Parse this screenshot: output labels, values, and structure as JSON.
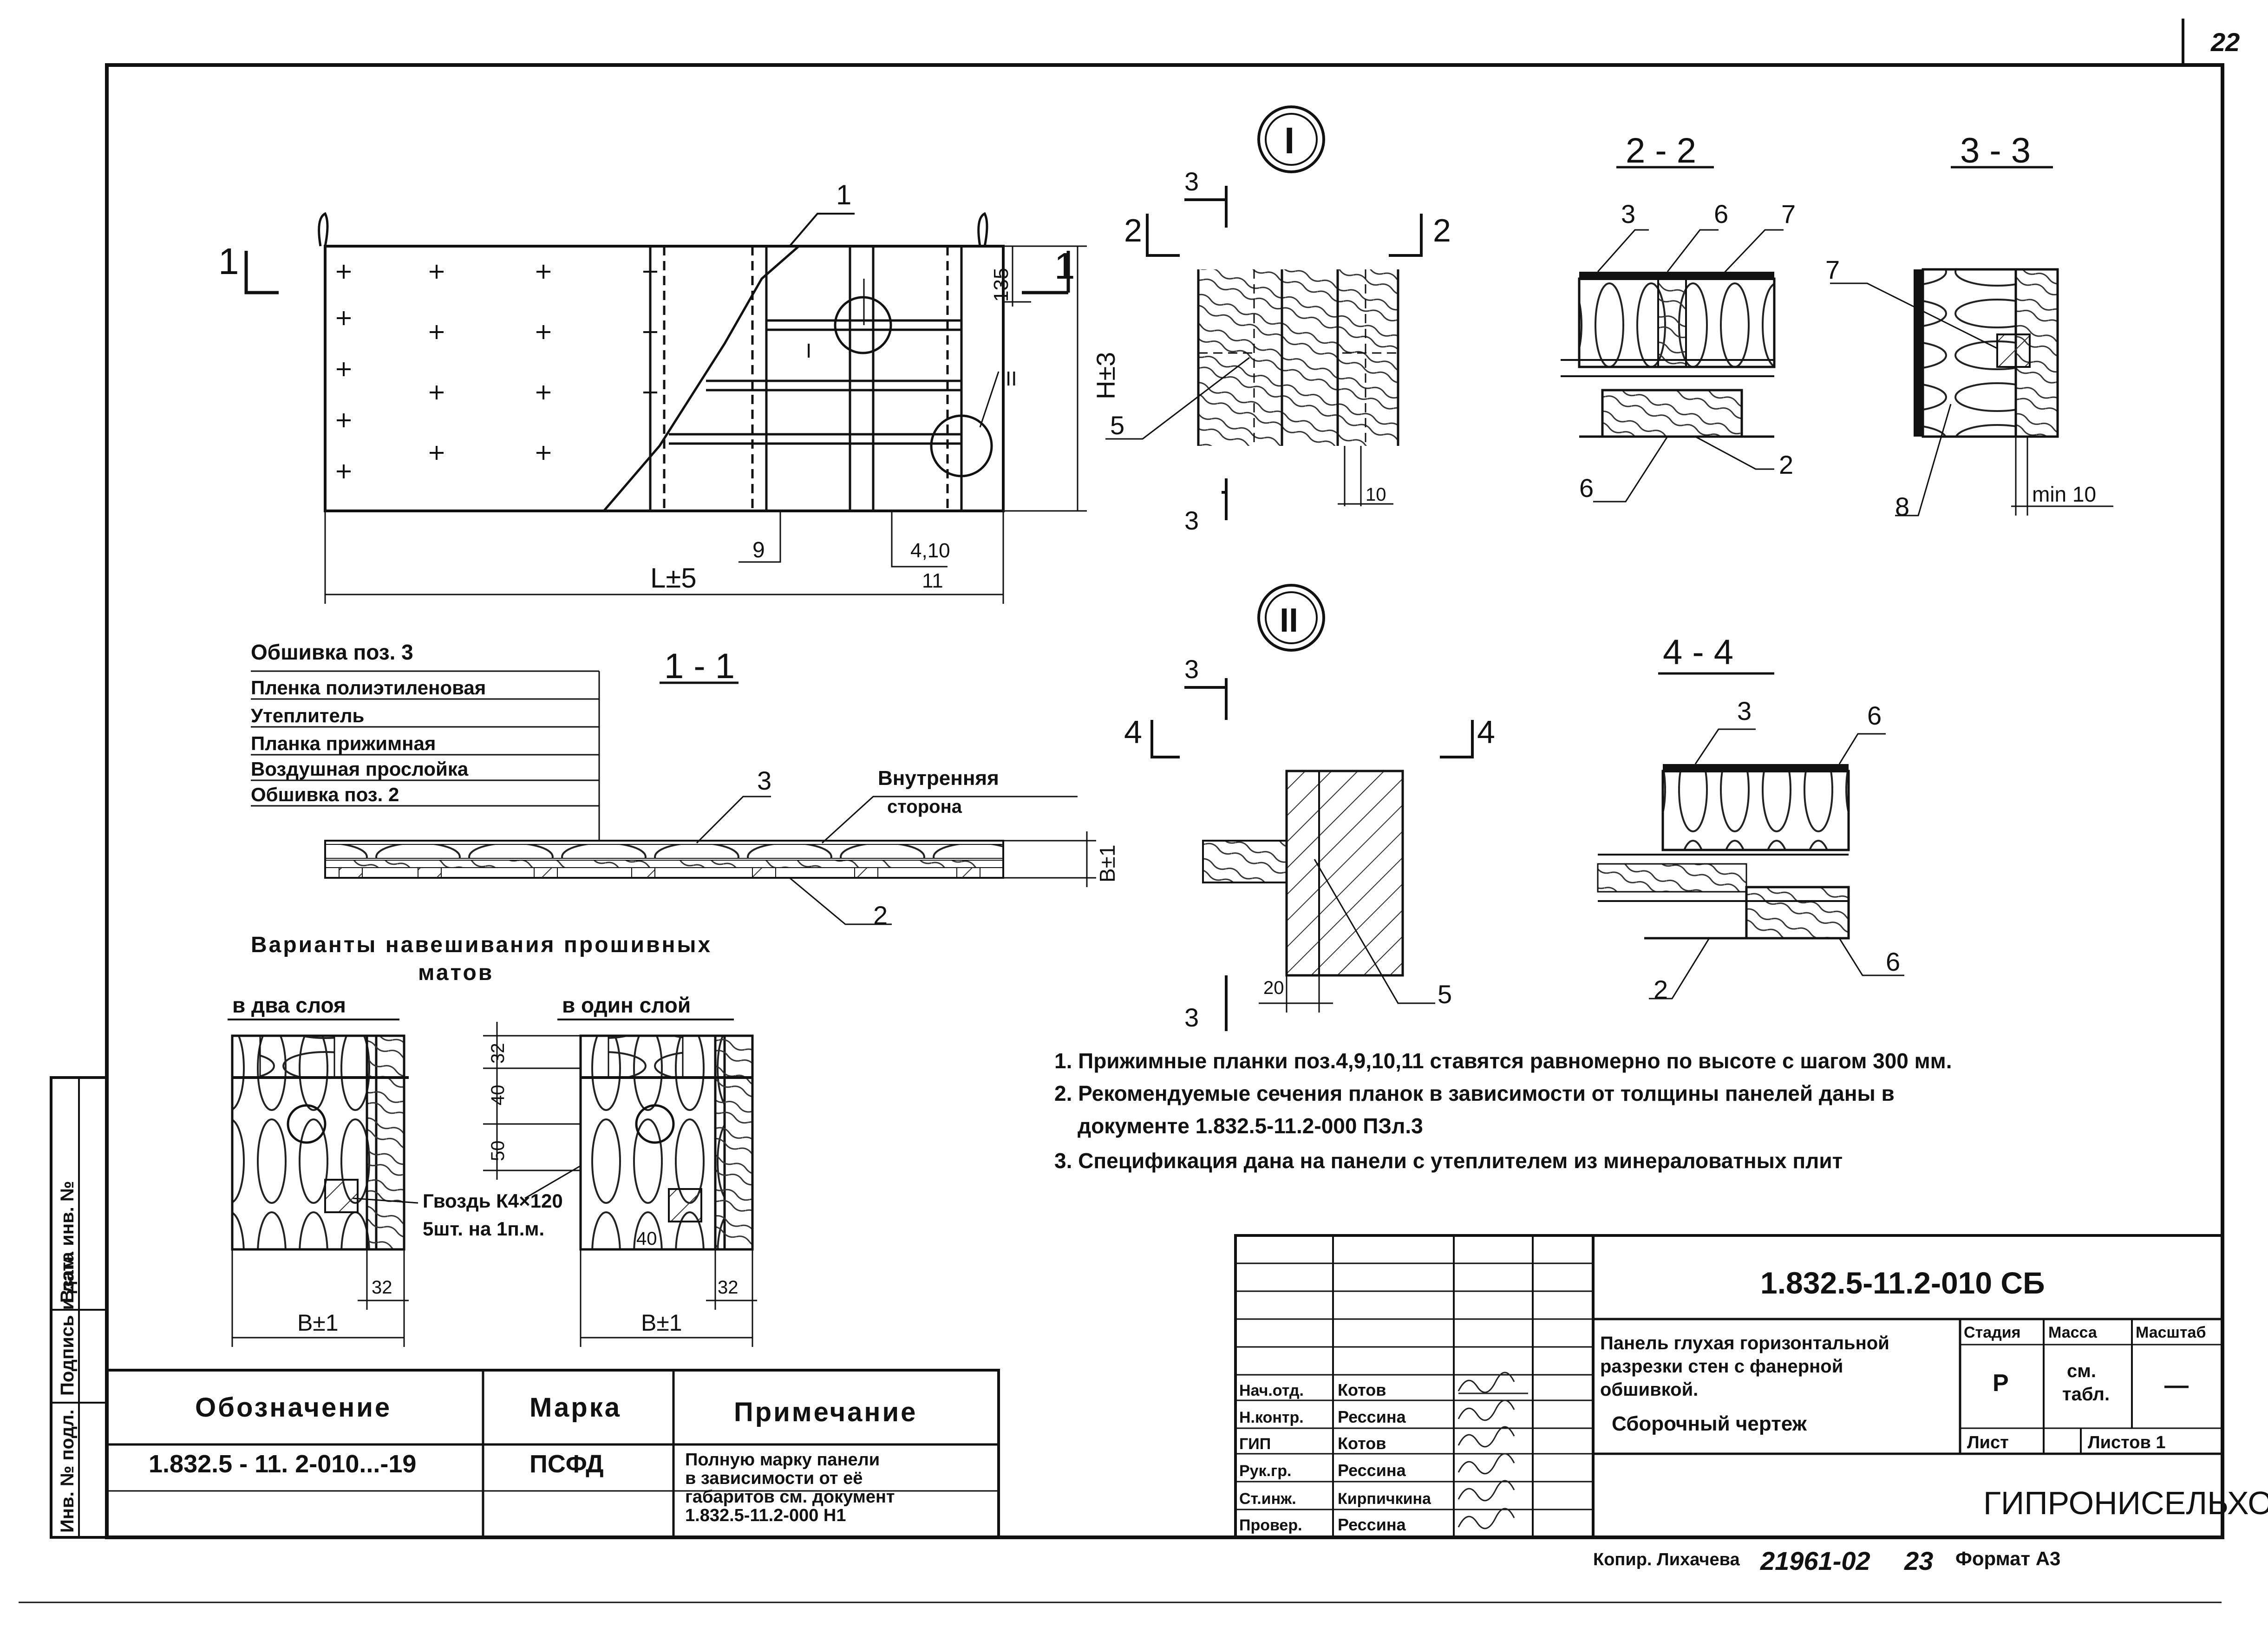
{
  "sheet_number": "22",
  "left_margin_labels": [
    "Инв. № подл.",
    "Подпись и дата",
    "Взам. инв. №"
  ],
  "main_elevation": {
    "section_marker": "1",
    "callout_1": "1",
    "callout_I": "I",
    "callout_II": "II",
    "dim_135": "135",
    "dim_H": "H±3",
    "dim_L": "L±5",
    "pos_9": "9",
    "pos_4_10": "4,10",
    "pos_11": "11"
  },
  "section_1_1": {
    "title": "1 - 1",
    "layers": [
      "Обшивка поз. 3",
      "Пленка полиэтиленовая",
      "Утеплитель",
      "Планка прижимная",
      "Воздушная прослойка",
      "Обшивка поз. 2"
    ],
    "inner_side": [
      "Внутренняя",
      "сторона"
    ],
    "pos_3": "3",
    "pos_2": "2",
    "dim_B": "B±1"
  },
  "detail_I": {
    "label": "I",
    "cut_3": "3",
    "cut_2": "2",
    "pos_5": "5",
    "dim_10": "10"
  },
  "detail_II": {
    "label": "II",
    "cut_3": "3",
    "cut_4": "4",
    "pos_5": "5",
    "dim_20": "20"
  },
  "section_2_2": {
    "title": "2 - 2",
    "pos_3": "3",
    "pos_6": "6",
    "pos_7": "7",
    "pos_6b": "6",
    "pos_2": "2"
  },
  "section_3_3": {
    "title": "3 - 3",
    "pos_7": "7",
    "pos_8": "8",
    "dim_min": "min 10"
  },
  "section_4_4": {
    "title": "4 - 4",
    "pos_3": "3",
    "pos_6": "6",
    "pos_2": "2",
    "pos_6b": "6"
  },
  "hanging_variants": {
    "title_line1": "Варианты навешивания прошивных",
    "title_line2": "матов",
    "two_layers": "в два слоя",
    "one_layer": "в один слой",
    "nail_line1": "Гвоздь К4×120",
    "nail_line2": "5шт. на 1п.м.",
    "dim_32a": "32",
    "dim_40": "40",
    "dim_50": "50",
    "dim_40b": "40",
    "dim_B1": "B±1",
    "dim_32b": "32",
    "dim_B2": "B±1",
    "dim_32c": "32"
  },
  "notes": [
    "1. Прижимные планки поз.4,9,10,11 ставятся равномерно по высоте с шагом 300 мм.",
    "2. Рекомендуемые сечения планок в зависимости от толщины панелей даны в",
    "документе 1.832.5-11.2-000 ПЗл.3",
    "3. Спецификация дана на панели с утеплителем из минераловатных плит"
  ],
  "designation_table": {
    "headers": [
      "Обозначение",
      "Марка",
      "Примечание"
    ],
    "designation": "1.832.5 - 11. 2-010...-19",
    "mark": "ПСФД",
    "note": [
      "Полную марку панели",
      "в зависимости от её",
      "габаритов см. документ",
      "1.832.5-11.2-000 Н1"
    ]
  },
  "title_block": {
    "doc_code": "1.832.5-11.2-010 СБ",
    "description": [
      "Панель глухая горизонтальной",
      "разрезки стен с фанерной",
      "обшивкой.",
      "Сборочный чертеж"
    ],
    "stage_header": "Стадия",
    "mass_header": "Масса",
    "scale_header": "Масштаб",
    "stage": "Р",
    "mass": [
      "см.",
      "табл."
    ],
    "scale": "—",
    "sheet_label": "Лист",
    "sheets_label": "Листов 1",
    "org": "ГИПРОНИСЕЛЬХОЗ",
    "staff": [
      {
        "role": "Нач.отд.",
        "name": "Котов"
      },
      {
        "role": "Н.контр.",
        "name": "Рессина"
      },
      {
        "role": "ГИП",
        "name": "Котов"
      },
      {
        "role": "Рук.гр.",
        "name": "Рессина"
      },
      {
        "role": "Ст.инж.",
        "name": "Кирпичкина"
      },
      {
        "role": "Провер.",
        "name": "Рессина"
      }
    ]
  },
  "footer": {
    "copied": "Копир. Лихачева",
    "number": "21961-02",
    "page": "23",
    "format": "Формат А3"
  }
}
